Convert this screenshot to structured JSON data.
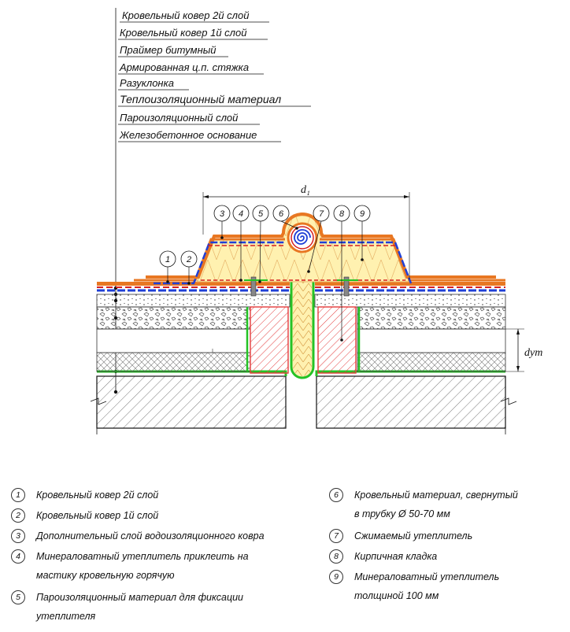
{
  "callouts": [
    "Кровельный ковер 2й слой",
    "Кровельный ковер 1й слой",
    "Праймер битумный",
    "Армированная ц.п. стяжка",
    "Разуклонка",
    "Теплоизоляционный материал",
    "Пароизоляционный слой",
    "Железобетонное основание"
  ],
  "dimensions": {
    "d1": "d₁",
    "dyt": "dут"
  },
  "markers": [
    "1",
    "2",
    "3",
    "4",
    "5",
    "6",
    "7",
    "8",
    "9"
  ],
  "legend_left": [
    {
      "n": "1",
      "line1": "Кровельный ковер 2й слой",
      "line2": ""
    },
    {
      "n": "2",
      "line1": "Кровельный ковер 1й слой",
      "line2": ""
    },
    {
      "n": "3",
      "line1": "Дополнительный слой водоизоляционного ковра",
      "line2": ""
    },
    {
      "n": "4",
      "line1": "Минераловатный утеплитель приклеить на",
      "line2": "мастику кровельную горячую"
    },
    {
      "n": "5",
      "line1": "Пароизоляционный материал для фиксации",
      "line2": "утеплителя"
    }
  ],
  "legend_right": [
    {
      "n": "6",
      "line1": "Кровельный материал, свернутый",
      "line2": "в трубку Ø 50-70 мм"
    },
    {
      "n": "7",
      "line1": "Сжимаемый утеплитель",
      "line2": ""
    },
    {
      "n": "8",
      "line1": "Кирпичная кладка",
      "line2": ""
    },
    {
      "n": "9",
      "line1": "Минераловатный утеплитель",
      "line2": "толщиной 100 мм"
    }
  ],
  "colors": {
    "roof_orange": "#e87722",
    "roof_blue": "#1f3fd6",
    "roof_red": "#d61f1f",
    "insulation": "#fff1b0",
    "brick": "#e43c3c",
    "vapor": "#25c225"
  }
}
